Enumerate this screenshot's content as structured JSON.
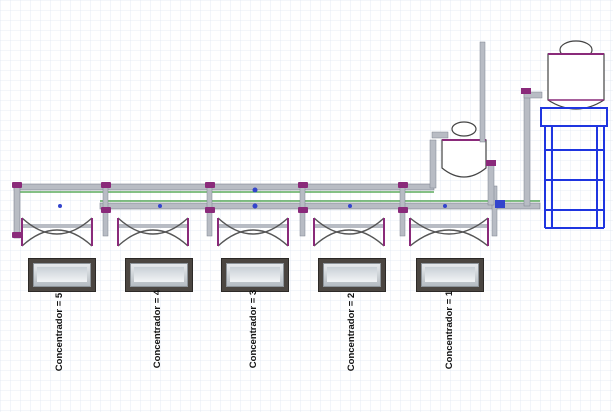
{
  "concentrators": [
    {
      "label": "Concentrador = 5"
    },
    {
      "label": "Concentrador = 4"
    },
    {
      "label": "Concentrador = 3"
    },
    {
      "label": "Concentrador = 2"
    },
    {
      "label": "Concentrador = 1"
    }
  ],
  "colors": {
    "grid": "#dfe6f1",
    "pipe_gray": "#b8bcc4",
    "pipe_green": "#3c9a3c",
    "pipe_purple": "#8a2a7a",
    "valve_blue": "#3344cc",
    "stand_blue": "#1f35e0",
    "tray_photo": "#4b4641"
  }
}
